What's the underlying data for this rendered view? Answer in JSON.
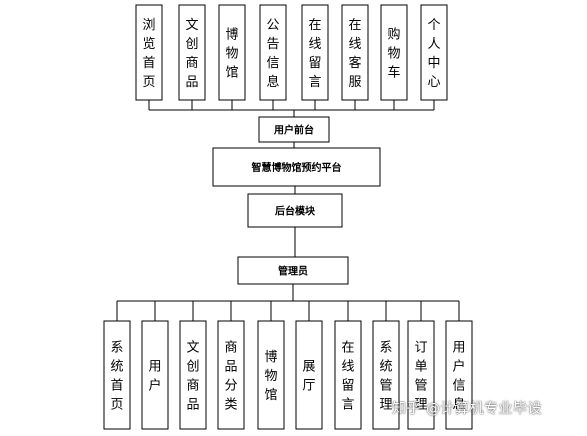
{
  "diagram": {
    "top_modules": [
      {
        "id": "browse-home",
        "label": "浏览首页"
      },
      {
        "id": "creative-products",
        "label": "文创商品"
      },
      {
        "id": "museum",
        "label": "博物馆"
      },
      {
        "id": "notice-info",
        "label": "公告信息"
      },
      {
        "id": "online-message",
        "label": "在线留言"
      },
      {
        "id": "online-service",
        "label": "在线客服"
      },
      {
        "id": "shopping-cart",
        "label": "购物车"
      },
      {
        "id": "personal-center",
        "label": "个人中心"
      }
    ],
    "user_frontend": "用户前台",
    "platform": "智慧博物馆预约平台",
    "backend": "后台模块",
    "admin": "管理员",
    "bottom_modules": [
      {
        "id": "system-home",
        "label": "系统首页"
      },
      {
        "id": "user",
        "label": "用户"
      },
      {
        "id": "creative-products",
        "label": "文创商品"
      },
      {
        "id": "product-category",
        "label": "商品分类"
      },
      {
        "id": "museum",
        "label": "博物馆"
      },
      {
        "id": "exhibition-hall",
        "label": "展厅"
      },
      {
        "id": "online-message",
        "label": "在线留言"
      },
      {
        "id": "system-management",
        "label": "系统管理"
      },
      {
        "id": "order-management",
        "label": "订单管理"
      },
      {
        "id": "user-info",
        "label": "用户信息"
      }
    ]
  },
  "watermark": "知乎 @计算机专业毕设"
}
